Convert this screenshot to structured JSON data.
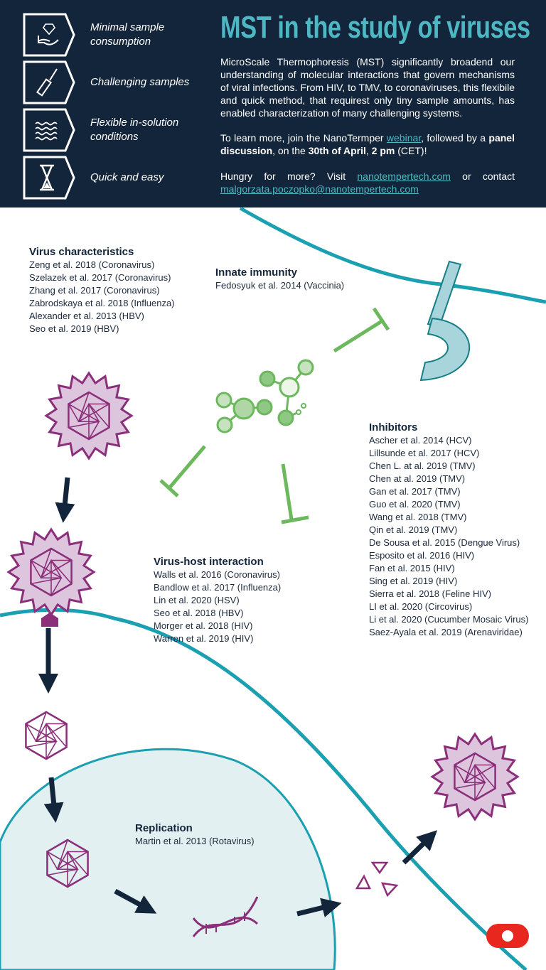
{
  "header": {
    "features": [
      {
        "label": "Minimal sample consumption",
        "icon": "diamond-hand-icon"
      },
      {
        "label": "Challenging samples",
        "icon": "screwdriver-icon"
      },
      {
        "label": "Flexible in-solution conditions",
        "icon": "waves-icon"
      },
      {
        "label": "Quick and easy",
        "icon": "hourglass-icon"
      }
    ],
    "title": "MST in the study of viruses",
    "intro": "MicroScale Thermophoresis (MST) significantly broadend our understanding of molecular interactions that govern mechanisms of viral infections. From HIV, to TMV, to coronaviruses, this flexibile and quick method, that requirest only tiny sample amounts, has enabled characterization of many challenging systems.",
    "webinar": {
      "pre": "To learn more, join the NanoTermper ",
      "link": "webinar",
      "mid1": ", followed by a ",
      "bold1": "panel discussion",
      "mid2": ", on the ",
      "bold2": "30th of April",
      "mid3": ", ",
      "bold3": "2 pm",
      "post": " (CET)!"
    },
    "more": {
      "pre": "Hungry for more? Visit ",
      "site": "nanotempertech.com",
      "mid": " or contact ",
      "email": "malgorzata.poczopko@nanotempertech.com"
    }
  },
  "sections": {
    "virus_characteristics": {
      "title": "Virus characteristics",
      "refs": [
        "Zeng et al. 2018 (Coronavirus)",
        "Szelazek et al. 2017 (Coronavirus)",
        "Zhang et al. 2017 (Coronavirus)",
        "Zabrodskaya et al. 2018 (Influenza)",
        "Alexander et al. 2013 (HBV)",
        "Seo et al. 2019 (HBV)"
      ]
    },
    "innate_immunity": {
      "title": "Innate immunity",
      "refs": [
        "Fedosyuk et al. 2014 (Vaccinia)"
      ]
    },
    "inhibitors": {
      "title": "Inhibitors",
      "refs": [
        "Ascher et al. 2014 (HCV)",
        "Lillsunde et al. 2017 (HCV)",
        "Chen L. at al. 2019 (TMV)",
        "Chen at al. 2019 (TMV)",
        "Gan et al. 2017 (TMV)",
        "Guo et al. 2020 (TMV)",
        "Wang et al. 2018 (TMV)",
        "Qin et al. 2019 (TMV)",
        "De Sousa et al. 2015 (Dengue Virus)",
        "Esposito et al. 2016 (HIV)",
        "Fan et al. 2015 (HIV)",
        "Sing et al. 2019 (HIV)",
        "Sierra et al. 2018 (Feline HIV)",
        "LI et al. 2020 (Circovirus)",
        "Li et al. 2020 (Cucumber Mosaic Virus)",
        "Saez-Ayala et al. 2019 (Arenaviridae)"
      ]
    },
    "virus_host": {
      "title": "Virus-host interaction",
      "refs": [
        "Walls et al. 2016 (Coronavirus)",
        "Bandlow et al. 2017 (Influenza)",
        "Lin et al. 2020 (HSV)",
        "Seo et al. 2018 (HBV)",
        "Morger et al. 2018 (HIV)",
        "Warren et al. 2019 (HIV)"
      ]
    },
    "replication": {
      "title": "Replication",
      "refs": [
        "Martin et al. 2013 (Rotavirus)"
      ]
    }
  },
  "colors": {
    "navy": "#13253a",
    "teal": "#1aa0b0",
    "title": "#4db8c4",
    "green": "#6cb85c",
    "virus": "#8b2f7b",
    "record": "#e8281e"
  }
}
